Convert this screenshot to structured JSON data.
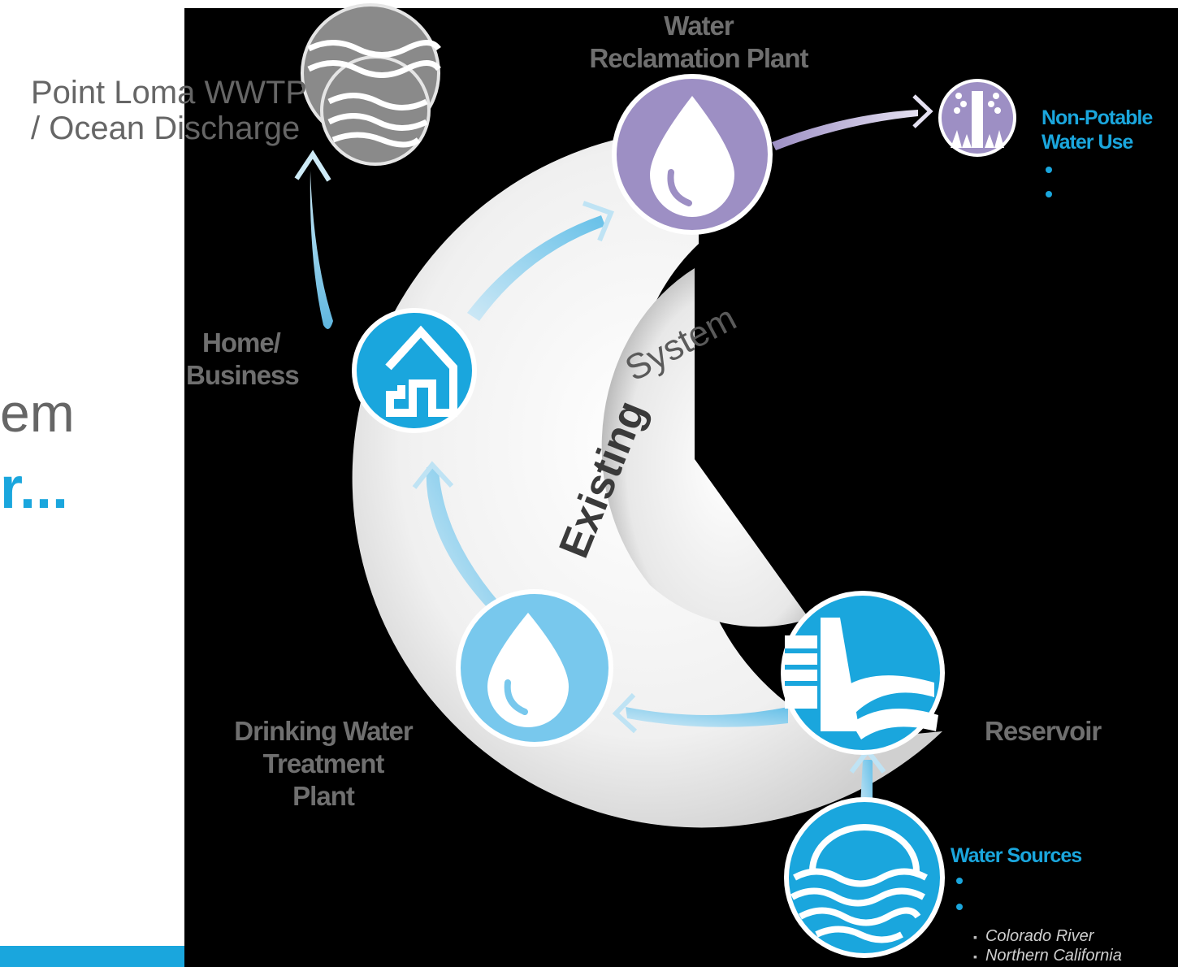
{
  "slide": {
    "heading_partial": "em",
    "subheading_partial": "r..."
  },
  "diagram": {
    "center_label_bold": "Existing",
    "center_label_light": "System",
    "nodes": {
      "point_loma": "Point Loma WWTP / Ocean Discharge",
      "point_loma_line1": "Point Loma WWTP",
      "point_loma_line2": "/ Ocean Discharge",
      "water_reclamation_line1": "Water",
      "water_reclamation_line2": "Reclamation Plant",
      "home_business_line1": "Home/",
      "home_business_line2": "Business",
      "drinking_water_line1": "Drinking Water",
      "drinking_water_line2": "Treatment",
      "drinking_water_line3": "Plant",
      "reservoir": "Reservoir",
      "non_potable_line1": "Non-Potable",
      "non_potable_line2": "Water Use",
      "water_sources": "Water Sources"
    },
    "water_sources_sub": [
      "Colorado River",
      "Northern California"
    ],
    "colors": {
      "accent_blue": "#1aa6dd",
      "reclamation_purple": "#9d8fc4",
      "outfall_gray": "#8a8a8a",
      "label_gray": "#6f6f6f",
      "panel_black": "#000000"
    },
    "icons": {
      "reclamation": "water-drop-icon",
      "non_potable": "sprinkler-icon",
      "home": "house-icon",
      "drinking": "water-drop-icon",
      "reservoir": "dam-icon",
      "sources": "water-waves-icon",
      "point_loma": "ocean-waves-icon"
    }
  }
}
